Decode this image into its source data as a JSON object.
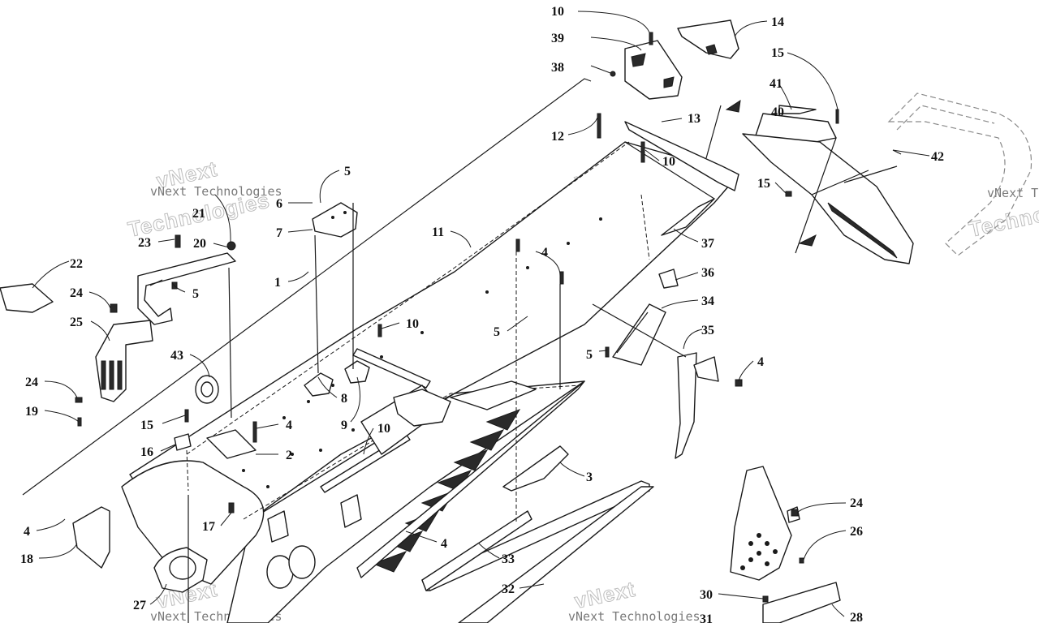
{
  "watermark": {
    "line1": "vNext",
    "line2": "Technologies",
    "full": "vNext Technologies"
  },
  "callouts": [
    {
      "id": "c10a",
      "label": "10"
    },
    {
      "id": "c39",
      "label": "39"
    },
    {
      "id": "c38",
      "label": "38"
    },
    {
      "id": "c14",
      "label": "14"
    },
    {
      "id": "c15a",
      "label": "15"
    },
    {
      "id": "c41",
      "label": "41"
    },
    {
      "id": "c40",
      "label": "40"
    },
    {
      "id": "c12",
      "label": "12"
    },
    {
      "id": "c13",
      "label": "13"
    },
    {
      "id": "c10b",
      "label": "10"
    },
    {
      "id": "c42",
      "label": "42"
    },
    {
      "id": "c15b",
      "label": "15"
    },
    {
      "id": "c5a",
      "label": "5"
    },
    {
      "id": "c6",
      "label": "6"
    },
    {
      "id": "c21",
      "label": "21"
    },
    {
      "id": "c7",
      "label": "7"
    },
    {
      "id": "c23",
      "label": "23"
    },
    {
      "id": "c20",
      "label": "20"
    },
    {
      "id": "c11",
      "label": "11"
    },
    {
      "id": "c37",
      "label": "37"
    },
    {
      "id": "c22",
      "label": "22"
    },
    {
      "id": "c4a",
      "label": "4"
    },
    {
      "id": "c1",
      "label": "1"
    },
    {
      "id": "c36",
      "label": "36"
    },
    {
      "id": "c24a",
      "label": "24"
    },
    {
      "id": "c5b",
      "label": "5"
    },
    {
      "id": "c34",
      "label": "34"
    },
    {
      "id": "c25",
      "label": "25"
    },
    {
      "id": "c10c",
      "label": "10"
    },
    {
      "id": "c5c",
      "label": "5"
    },
    {
      "id": "c35",
      "label": "35"
    },
    {
      "id": "c43",
      "label": "43"
    },
    {
      "id": "c5d",
      "label": "5"
    },
    {
      "id": "c4b",
      "label": "4"
    },
    {
      "id": "c24b",
      "label": "24"
    },
    {
      "id": "c8",
      "label": "8"
    },
    {
      "id": "c19",
      "label": "19"
    },
    {
      "id": "c15c",
      "label": "15"
    },
    {
      "id": "c9",
      "label": "9"
    },
    {
      "id": "c4c",
      "label": "4"
    },
    {
      "id": "c10d",
      "label": "10"
    },
    {
      "id": "c16",
      "label": "16"
    },
    {
      "id": "c2",
      "label": "2"
    },
    {
      "id": "c3",
      "label": "3"
    },
    {
      "id": "c24c",
      "label": "24"
    },
    {
      "id": "c4d",
      "label": "4"
    },
    {
      "id": "c17",
      "label": "17"
    },
    {
      "id": "c26",
      "label": "26"
    },
    {
      "id": "c18",
      "label": "18"
    },
    {
      "id": "c4e",
      "label": "4"
    },
    {
      "id": "c33",
      "label": "33"
    },
    {
      "id": "c32",
      "label": "32"
    },
    {
      "id": "c30",
      "label": "30"
    },
    {
      "id": "c27",
      "label": "27"
    },
    {
      "id": "c31",
      "label": "31"
    },
    {
      "id": "c28",
      "label": "28"
    }
  ]
}
